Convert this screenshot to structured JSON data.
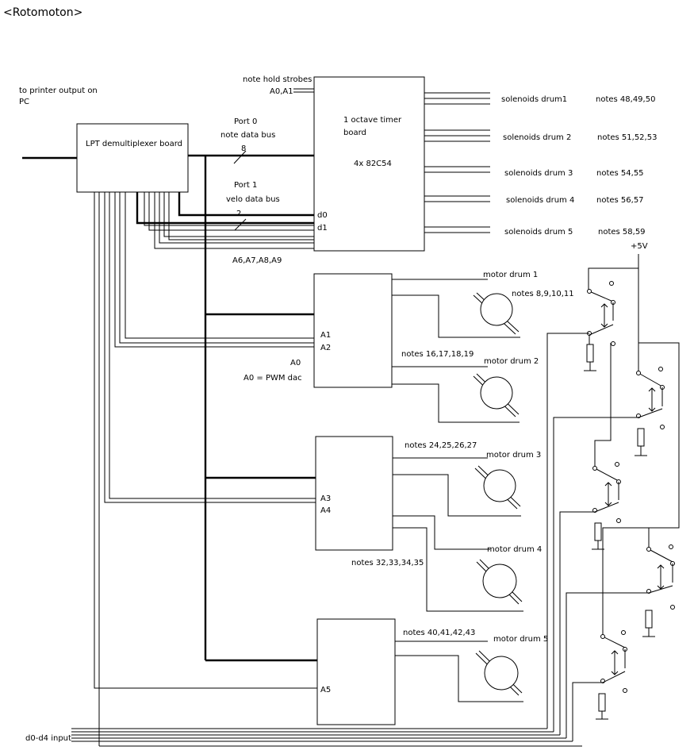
{
  "title": "<Rotomoton>",
  "notes": {
    "printer": [
      "to printer output on",
      "PC"
    ],
    "strobes": "note hold strobes",
    "a0a1": "A0,A1",
    "port0": "Port 0",
    "note_bus": "note data bus",
    "bus8": "8",
    "port1": "Port 1",
    "velo_bus": "velo data bus",
    "bus2": "2",
    "a6a9": "A6,A7,A8,A9",
    "a0": "A0",
    "pwm": "A0 = PWM dac",
    "plus5v": "+5V",
    "input": "d0-d4 input"
  },
  "lpt_board": {
    "label": "LPT demultiplexer board"
  },
  "timer_board": {
    "label_line1": "1 octave timer",
    "label_line2": "board",
    "chip": "4x 82C54",
    "pin_d0": "d0",
    "pin_d1": "d1"
  },
  "solenoids": [
    {
      "label": "solenoids drum1",
      "notes": "notes 48,49,50"
    },
    {
      "label": "solenoids drum 2",
      "notes": "notes 51,52,53"
    },
    {
      "label": "solenoids drum 3",
      "notes": "notes 54,55"
    },
    {
      "label": "solenoids drum 4",
      "notes": "notes 56,57"
    },
    {
      "label": "solenoids drum 5",
      "notes": "notes 58,59"
    }
  ],
  "driver_pins": {
    "a1": "A1",
    "a2": "A2",
    "a3": "A3",
    "a4": "A4",
    "a5": "A5"
  },
  "motors": [
    {
      "label": "motor drum 1",
      "notes": "notes 8,9,10,11"
    },
    {
      "label": "motor drum 2",
      "notes": "notes 16,17,18,19"
    },
    {
      "label": "motor drum 3",
      "notes": "notes 24,25,26,27"
    },
    {
      "label": "motor drum 4",
      "notes": "notes 32,33,34,35"
    },
    {
      "label": "motor drum 5",
      "notes": "notes 40,41,42,43"
    }
  ]
}
